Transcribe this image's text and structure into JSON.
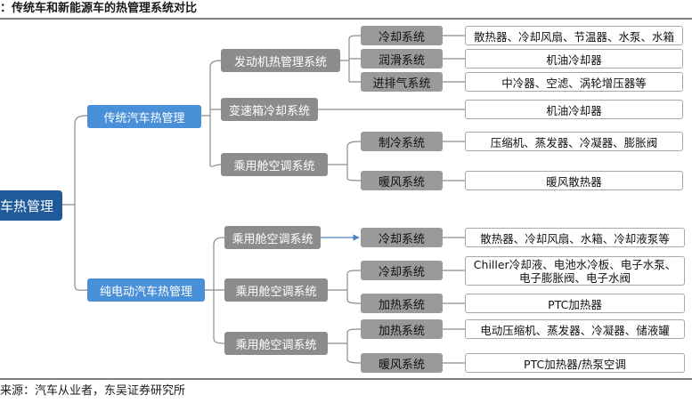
{
  "title": "：传统车和新能源车的热管理系统对比",
  "source": "来源：汽车从业者，东吴证券研究所",
  "root": "车热管理",
  "traditional": {
    "label": "传统汽车热管理",
    "engine": {
      "label": "发动机热管理系统",
      "cooling": {
        "label": "冷却系统",
        "leaf": "散热器、冷却风扇、节温器、水泵、水箱"
      },
      "lubrication": {
        "label": "润滑系统",
        "leaf": "机油冷却器"
      },
      "intake": {
        "label": "进排气系统",
        "leaf": "中冷器、空滤、涡轮增压器等"
      }
    },
    "gearbox": {
      "label": "变速箱冷却系统",
      "leaf": "机油冷却器"
    },
    "cabin": {
      "label": "乘用舱空调系统",
      "refrigeration": {
        "label": "制冷系统",
        "leaf": "压缩机、蒸发器、冷凝器、膨胀阀"
      },
      "heating": {
        "label": "暖风系统",
        "leaf": "暖风散热器"
      }
    }
  },
  "electric": {
    "label": "纯电动汽车热管理",
    "group1": {
      "label": "乘用舱空调系统",
      "cooling": {
        "label": "冷却系统",
        "leaf": "散热器、冷却风扇、水箱、冷却液泵等"
      }
    },
    "group2": {
      "label": "乘用舱空调系统",
      "cooling": {
        "label": "冷却系统",
        "leaf_line1": "Chiller冷却液、电池水冷板、电子水泵、",
        "leaf_line2": "电子膨胀阀、电子水阀"
      },
      "heating": {
        "label": "加热系统",
        "leaf": "PTC加热器"
      }
    },
    "group3": {
      "label": "乘用舱空调系统",
      "heating": {
        "label": "加热系统",
        "leaf": "电动压缩机、蒸发器、冷凝器、储液罐"
      },
      "warm": {
        "label": "暖风系统",
        "leaf": "PTC加热器/热泵空调"
      }
    }
  }
}
